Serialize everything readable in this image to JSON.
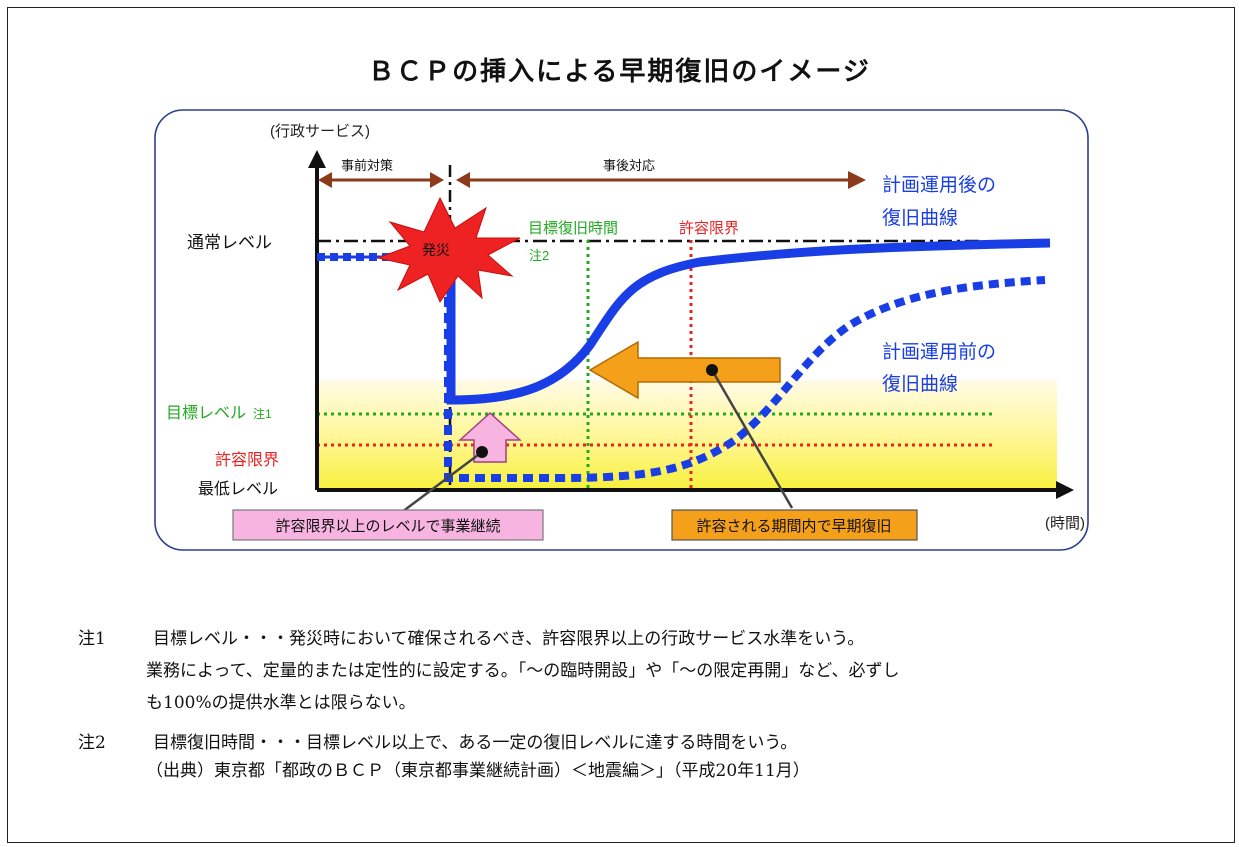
{
  "title": "ＢＣＰの挿入による早期復旧のイメージ",
  "diagram": {
    "y_axis_label": "(行政サービス)",
    "x_axis_label": "(時間)",
    "pre_measures": "事前対策",
    "post_response": "事後対応",
    "normal_level": "通常レベル",
    "disaster": "発災",
    "target_recovery_time": "目標復旧時間",
    "note2_mark": "注2",
    "tolerance_limit_top": "許容限界",
    "after_curve_line1": "計画運用後の",
    "after_curve_line2": "復旧曲線",
    "before_curve_line1": "計画運用前の",
    "before_curve_line2": "復旧曲線",
    "target_level": "目標レベル",
    "note1_mark": "注1",
    "tolerance_limit_left": "許容限界",
    "min_level": "最低レベル",
    "box_continue": "許容限界以上のレベルで事業継続",
    "box_early": "許容される期間内で早期復旧",
    "colors": {
      "blue": "#1a3ee6",
      "green": "#22aa22",
      "red": "#ee2222",
      "brown": "#8b3a1a",
      "orange": "#f5a01a",
      "pink": "#f7b4e0"
    }
  },
  "notes": {
    "n1_tag": "注1",
    "n1_line1": "目標レベル・・・発災時において確保されるべき、許容限界以上の行政サービス水準をいう。",
    "n1_line2": "業務によって、定量的または定性的に設定する。「～の臨時開設」や「～の限定再開」など、必ずし",
    "n1_line3": "も100%の提供水準とは限らない。",
    "n2_tag": "注2",
    "n2_line1": "目標復旧時間・・・目標レベル以上で、ある一定の復旧レベルに達する時間をいう。",
    "n2_line2": "（出典）東京都「都政のＢＣＰ（東京都事業継続計画）＜地震編＞」（平成20年11月）"
  }
}
